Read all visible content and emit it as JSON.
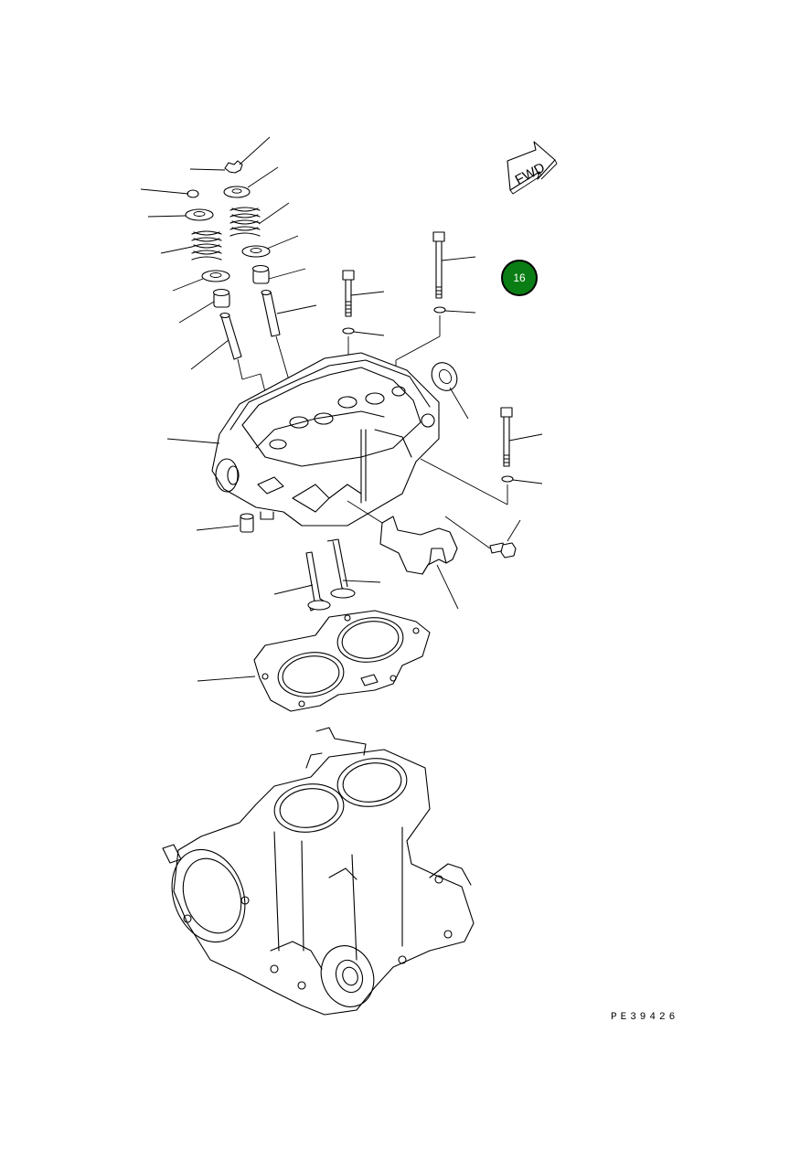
{
  "diagram": {
    "fwd_label": "FWD",
    "callout_number": "16",
    "drawing_code": "PE39426",
    "colors": {
      "callout_fill": "#0a7d14",
      "line": "#000000",
      "background": "#ffffff"
    }
  }
}
